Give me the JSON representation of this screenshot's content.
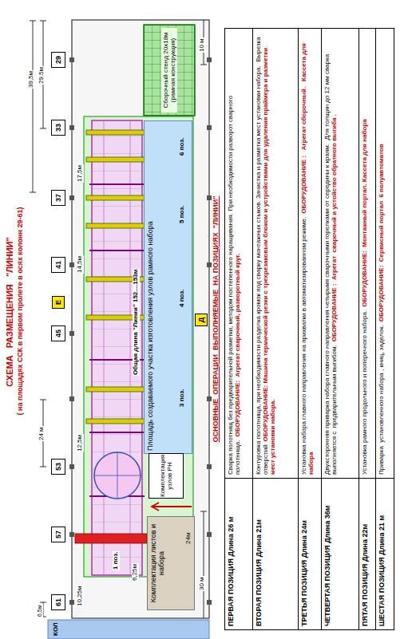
{
  "diagram": {
    "title": "СХЕМА   РАЗМЕЩЕНИЯ   \"ЛИНИИ\"",
    "nodes": [
      {
        "text": [
          "Сборочный стенд 20х18м (рамная конструкция)"
        ]
      },
      {
        "text": [
          "Площадь создаваемого участка изготовления узлов рамного набора"
        ]
      },
      {
        "text": [
          "Комплектация узлов РН"
        ]
      },
      {
        "text": [
          "Комплектация листов и набора"
        ]
      },
      {
        "text": [
          "29"
        ]
      },
      {
        "text": [
          "33"
        ]
      },
      {
        "text": [
          "37"
        ]
      },
      {
        "text": [
          "41"
        ]
      },
      {
        "text": [
          "45"
        ]
      },
      {
        "text": [
          "53"
        ]
      },
      {
        "text": [
          "57"
        ]
      },
      {
        "text": [
          "61"
        ]
      },
      {
        "text": [
          "Е"
        ]
      },
      {
        "text": [
          "Д"
        ]
      }
    ],
    "labels": [
      "( на площадях ССК в первом пролете в осях колонн 29-61)",
      "39,5м",
      "29.5м",
      "10 м",
      "24 м",
      "6,5м",
      "30 м",
      "10,25м",
      "6,25м",
      "24м",
      "12,5м",
      "14,5м",
      "17,5м",
      "1 поз.",
      "3 поз.",
      "4 поз.",
      "5 поз.",
      "6 поз.",
      "Общая длина \"Линии\" 152....153м",
      "КОЛ",
      "ОСНОВНЫЕ  ОПЕРАЦИИ  ВЫПОЛНЯЕМЫЕ  НА ПОЗИЦИЯХ  \"ЛИНИИ\"",
      "ПЕРВАЯ ПОЗИЦИЯ Длина 26 м",
      "Сварка полотнищ без предварительной разметки, методом постепенного наращивания. При необходимости разворот сварного полотнища.",
      "ОБОРУДОВАНИЕ:  Агрегат сварочный, разворотный круг.",
      "ВТОРАЯ ПОЗИЦИЯ Длина 21м",
      "Контуровка полотнища, при необходимости разделка кромок под сварку монтажных стыков. Зачистка и разметка мест установки набора.  Вырезка отверстий",
      "ОБОРУДОВАНИЕ: Машина термической резки с трехрезаковым блоком и устройствами для удаления праймера и разметки мест установки набора.",
      "ТРЕТЬЯ ПОЗИЦИЯ Длина 24м",
      "Установка набора главного направления на прихватки в автоматизированном режиме.",
      "ОБОРУДОВАНИЕ :   Агрегат сборочный.   Кассета для набора",
      "ЧЕТВЕРТАЯ ПОЗИЦИЯ Длина 36м",
      "Двухсторонняя приварка набора главного направления четырьмя сварочными горелками от середины к краям.  Для толщин до 12 мм сварка выполняется с  предварительным выгибом.",
      "ОБОРУДОВАНИЕ :  Агрегат  сварочный и устойство обратного выгиба .",
      "ПЯТАЯ ПОЗИЦИЯ Длина 22м",
      "Установка рамного продольного и поперечного набора.",
      "ОБОРУДОВАНИЕ:  Монтажный портал. Кассета для набора",
      "ШЕСТАЯ ПОЗИЦИЯ Длина 21 м",
      "Приварка  установленного набора , книц, заделок.",
      "ОБОРУДОВАНИЕ:  Сервисный портал  6 полуавтоматов"
    ]
  }
}
